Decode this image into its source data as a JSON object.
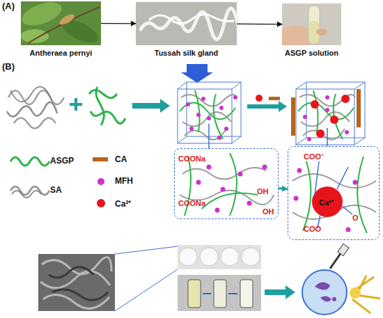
{
  "diagram": {
    "nodes": [
      {
        "text": [
          "Antheraea pernyi"
        ]
      },
      {
        "text": [
          "Tussah silk gland"
        ]
      },
      {
        "text": [
          "ASGP solution"
        ]
      },
      {
        "text": [
          "COONa",
          "OH",
          "COONa",
          "OH"
        ]
      },
      {
        "text": [
          "COO⁻",
          "Ca²⁺",
          "COO",
          "O"
        ]
      }
    ],
    "edges": [
      {
        "from": 0,
        "to": 1,
        "arrow": "to"
      },
      {
        "from": 1,
        "to": 2,
        "arrow": "to"
      },
      {
        "from": 3,
        "to": 4,
        "arrow": "to"
      }
    ],
    "labels": [
      "(A)",
      "(B)"
    ],
    "legend": [
      {
        "text": "ASGP"
      },
      {
        "text": "CA",
        "color": "#b5651d"
      },
      {
        "text": "MFH",
        "color": "#cc33cc"
      },
      {
        "text": "SA"
      },
      {
        "text": "Ca²⁺",
        "color": "#e8141b"
      }
    ]
  }
}
